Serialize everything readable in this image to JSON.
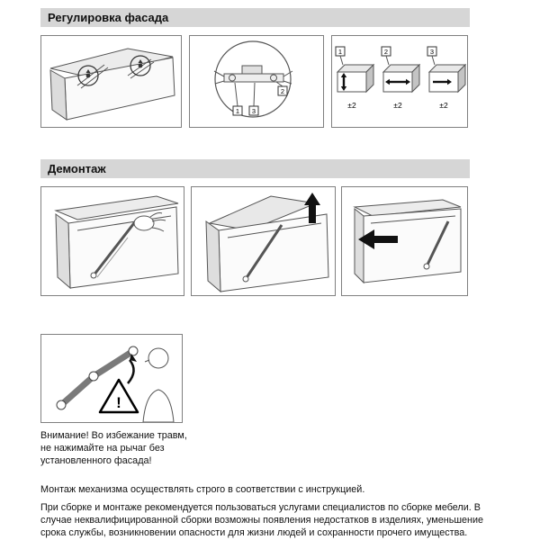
{
  "sections": {
    "adjustment_title": "Регулировка фасада",
    "demontage_title": "Демонтаж"
  },
  "adjustment": {
    "detail_labels": {
      "one": "1",
      "two": "2",
      "three": "3"
    },
    "boxes": [
      {
        "num": "1",
        "tolerance": "±2"
      },
      {
        "num": "2",
        "tolerance": "±2"
      },
      {
        "num": "3",
        "tolerance": "±2"
      }
    ]
  },
  "warning": {
    "mark": "!",
    "caption": "Внимание! Во избежание травм, не нажимайте на рычаг без установленного фасада!"
  },
  "texts": {
    "montage_note": "Монтаж механизма осуществлять строго в соответствии с инструкцией.",
    "disclaimer": "При сборке и монтаже рекомендуется пользоваться услугами специалистов по сборке мебели. В случае неквалифицированной сборки возможны появления недостатков в изделиях, уменьшение срока службы, возникновении опасности для жизни людей и сохранности прочего имущества."
  },
  "colors": {
    "header_bg": "#d6d6d6",
    "panel_border": "#808080",
    "line": "#555555",
    "arrow": "#111111"
  }
}
